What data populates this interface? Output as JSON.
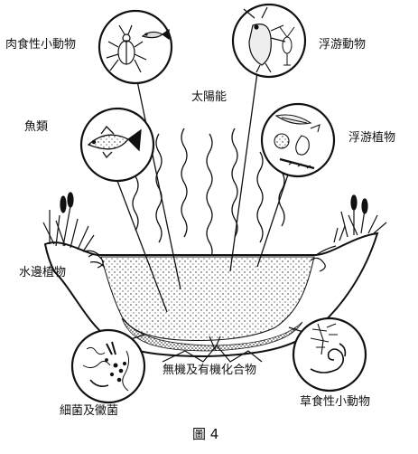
{
  "labels": {
    "carnivore": "肉食性小動物",
    "zooplankton": "浮游動物",
    "sunlight": "太陽能",
    "fish": "魚類",
    "phytoplankton": "浮游植物",
    "aquatic_plants": "水邊植物",
    "nutrients": "無機及有機化合物",
    "bacteria": "細菌及黴菌",
    "herbivore": "草食性小動物"
  },
  "caption": "圖 4",
  "colors": {
    "ink": "#111111",
    "paper": "#ffffff"
  }
}
